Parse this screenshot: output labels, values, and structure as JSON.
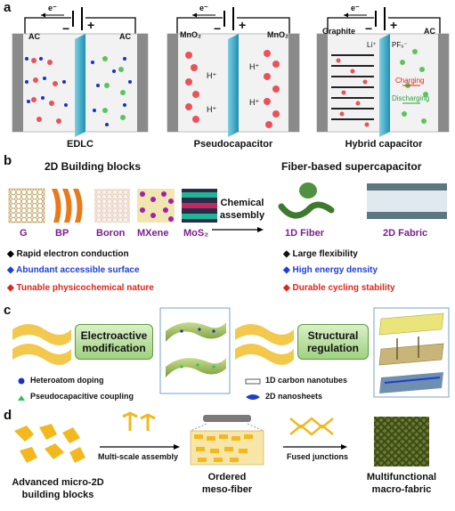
{
  "panel_a": {
    "letter": "a",
    "edlc": {
      "left": "AC",
      "right": "AC",
      "electron": "e⁻",
      "minus": "−",
      "plus": "+",
      "caption": "EDLC"
    },
    "pseudo": {
      "left": "MnO₂",
      "right": "MnO₂",
      "electron": "e⁻",
      "minus": "−",
      "plus": "+",
      "caption": "Pseudocapacitor",
      "ion": "H⁺"
    },
    "hybrid": {
      "left": "Graphite",
      "right": "AC",
      "electron": "e⁻",
      "minus": "−",
      "plus": "+",
      "caption": "Hybrid capacitor",
      "li": "Li⁺",
      "pf": "PF₆⁻",
      "charging": "Charging",
      "discharging": "Discharging"
    }
  },
  "panel_b": {
    "letter": "b",
    "left_title": "2D Building blocks",
    "right_title": "Fiber-based supercapacitor",
    "materials": [
      "G",
      "BP",
      "Boron",
      "MXene",
      "MoS₂"
    ],
    "arrow_label_1": "Chemical",
    "arrow_label_2": "assembly",
    "fiber_label": "1D Fiber",
    "fabric_label": "2D Fabric",
    "left_bullets": [
      {
        "text": "Rapid electron conduction",
        "color": "#000000"
      },
      {
        "text": "Abundant accessible surface",
        "color": "#1f3fd6"
      },
      {
        "text": "Tunable physicochemical nature",
        "color": "#e0251b"
      }
    ],
    "right_bullets": [
      {
        "text": "Large flexibility",
        "color": "#000000"
      },
      {
        "text": "High energy density",
        "color": "#1f3fd6"
      },
      {
        "text": "Durable cycling stability",
        "color": "#e0251b"
      }
    ]
  },
  "panel_c": {
    "letter": "c",
    "box1_line1": "Electroactive",
    "box1_line2": "modification",
    "legend1": "Heteroatom doping",
    "legend2": "Pseudocapacitive coupling",
    "box2_line1": "Structural",
    "box2_line2": "regulation",
    "legend3": "1D carbon nanotubes",
    "legend4": "2D nanosheets"
  },
  "panel_d": {
    "letter": "d",
    "step1_line1": "Advanced  micro-2D",
    "step1_line2": "building blocks",
    "arrow1": "Multi-scale assembly",
    "step2_line1": "Ordered",
    "step2_line2": "meso-fiber",
    "arrow2": "Fused junctions",
    "step3_line1": "Multifunctional",
    "step3_line2": "macro-fabric"
  },
  "colors": {
    "separator": "#2aa6c4",
    "purple": "#7b1f8f",
    "sheet": "#a8c46a",
    "ion_red": "#e8535a",
    "ion_green": "#5cc45a",
    "ion_blue": "#1c2fc7"
  }
}
